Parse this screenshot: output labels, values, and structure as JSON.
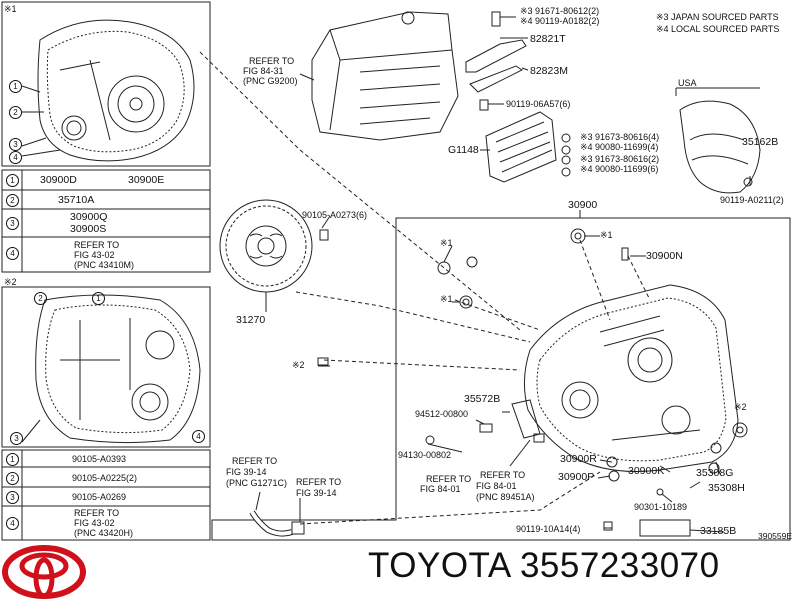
{
  "notes": {
    "japan": "※3 JAPAN SOURCED PARTS",
    "local": "※4 LOCAL SOURCED PARTS"
  },
  "markers": {
    "m1": "※1",
    "m2": "※2"
  },
  "refs": {
    "fig84_31": [
      "REFER TO",
      "FIG 84-31",
      "(PNC G9200)"
    ],
    "fig39_14a": [
      "REFER TO",
      "FIG 39-14",
      "(PNC G1271C)"
    ],
    "fig39_14b": [
      "REFER TO",
      "FIG 39-14"
    ],
    "fig84_01a": [
      "REFER TO",
      "FIG 84-01"
    ],
    "fig84_01b": [
      "REFER TO",
      "FIG 84-01",
      "(PNC 89451A)"
    ]
  },
  "parts": {
    "p82821T": "82821T",
    "p82823M": "82823M",
    "p91671": "※3 91671-80612(2)",
    "p90119_a0182": "※4 90119-A0182(2)",
    "p90119_06a57": "90119-06A57(6)",
    "pG1148": "G1148",
    "p91673_a": "※3 91673-80616(4)",
    "p90080_a": "※4 90080-11699(4)",
    "p91673_b": "※3 91673-80616(2)",
    "p90080_b": "※4 90080-11699(6)",
    "usa": "USA",
    "p35162B": "35162B",
    "p90119_a0211": "90119-A0211(2)",
    "p90105_a0273": "90105-A0273(6)",
    "p31270": "31270",
    "p30900": "30900",
    "p30900N": "30900N",
    "p35572B": "35572B",
    "p94512": "94512-00800",
    "p94130": "94130-00802",
    "p30900R": "30900R",
    "p30900K": "30900K",
    "p30900P": "30900P",
    "p35308G": "35308G",
    "p35308H": "35308H",
    "p90301": "90301-10189",
    "p90119_10a14": "90119-10A14(4)",
    "p33185B": "33185B",
    "code": "390559E"
  },
  "legend1": [
    {
      "num": "1",
      "parts": [
        "30900D",
        "30900E"
      ]
    },
    {
      "num": "2",
      "parts": [
        "35710A"
      ]
    },
    {
      "num": "3",
      "parts": [
        "30900Q",
        "30900S"
      ]
    },
    {
      "num": "4",
      "parts": [
        "REFER TO",
        "FIG 43-02",
        "(PNC 43410M)"
      ]
    }
  ],
  "legend2": [
    {
      "num": "1",
      "parts": [
        "90105-A0393"
      ]
    },
    {
      "num": "2",
      "parts": [
        "90105-A0225(2)"
      ]
    },
    {
      "num": "3",
      "parts": [
        "90105-A0269"
      ]
    },
    {
      "num": "4",
      "parts": [
        "REFER TO",
        "FIG 43-02",
        "(PNC 43420H)"
      ]
    }
  ],
  "brand_text": "TOYOTA 3557233070",
  "colors": {
    "line": "#222222",
    "logo_red": "#d0101b",
    "background": "#ffffff"
  }
}
